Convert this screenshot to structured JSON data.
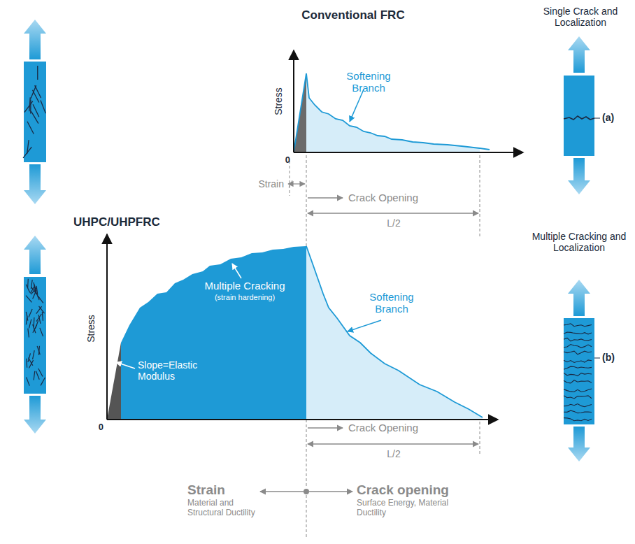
{
  "diagram": {
    "labels": [
      "Conventional FRC",
      "Single Crack and Localization",
      "Stress",
      "Softening Branch",
      "(a)",
      "0",
      "Strain",
      "Crack Opening",
      "L/2",
      "UHPC/UHPFRC",
      "Multiple Cracking and Localization",
      "Stress",
      "Multiple Cracking",
      "(strain hardening)",
      "Softening Branch",
      "Slope=Elastic Modulus",
      "(b)",
      "0",
      "Crack Opening",
      "L/2",
      "Strain",
      "Material and Structural Ductility",
      "Crack opening",
      "Surface Energy, Material Ductility"
    ]
  }
}
